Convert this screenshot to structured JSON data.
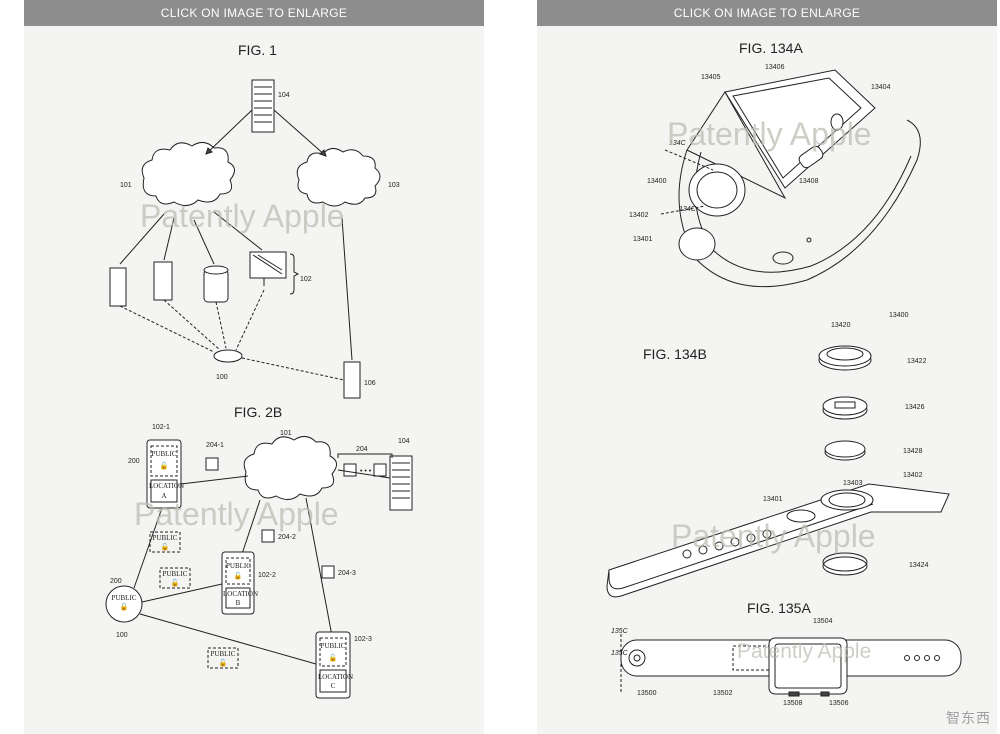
{
  "banner": {
    "label": "CLICK ON IMAGE TO ENLARGE"
  },
  "watermark": "Patently Apple",
  "corner_logo": "智东西",
  "left": {
    "fig1": {
      "title": "FIG. 1",
      "refs": {
        "server": "104",
        "cloud_left": "101",
        "cloud_right": "103",
        "devices": "102",
        "hub": "100",
        "phone": "106"
      }
    },
    "fig2b": {
      "title": "FIG. 2B",
      "refs": {
        "dev1": "102-1",
        "dev1_outer": "200",
        "note1": "204-1",
        "cloud": "101",
        "notes": "204",
        "server": "104",
        "note2": "204-2",
        "dev2": "102-2",
        "note3": "204-3",
        "hub_outer": "200",
        "hub": "100",
        "dev3": "102-3"
      },
      "labels": {
        "public": "PUBLIC",
        "location": "LOCATION",
        "loc_a": "A",
        "loc_b": "B",
        "loc_c": "C",
        "ellipsis": "• • •"
      }
    }
  },
  "right": {
    "fig134a": {
      "title": "FIG. 134A",
      "refs": {
        "r13405": "13405",
        "r13406": "13406",
        "r13404": "13404",
        "r134c_top": "134C",
        "r13400": "13400",
        "r13408": "13408",
        "r13402": "13402",
        "r134c_bot": "134C",
        "r13401": "13401"
      }
    },
    "fig134b": {
      "title": "FIG. 134B",
      "refs": {
        "r13420": "13420",
        "r13400": "13400",
        "r13422": "13422",
        "r13426": "13426",
        "r13428": "13428",
        "r13402": "13402",
        "r13403": "13403",
        "r13401": "13401",
        "r13424": "13424"
      }
    },
    "fig135a": {
      "title": "FIG. 135A",
      "refs": {
        "r13504": "13504",
        "r135c_l": "135C",
        "r135c_r": "135C",
        "r13500": "13500",
        "r13502": "13502",
        "r13508": "13508",
        "r13506": "13506"
      }
    }
  }
}
